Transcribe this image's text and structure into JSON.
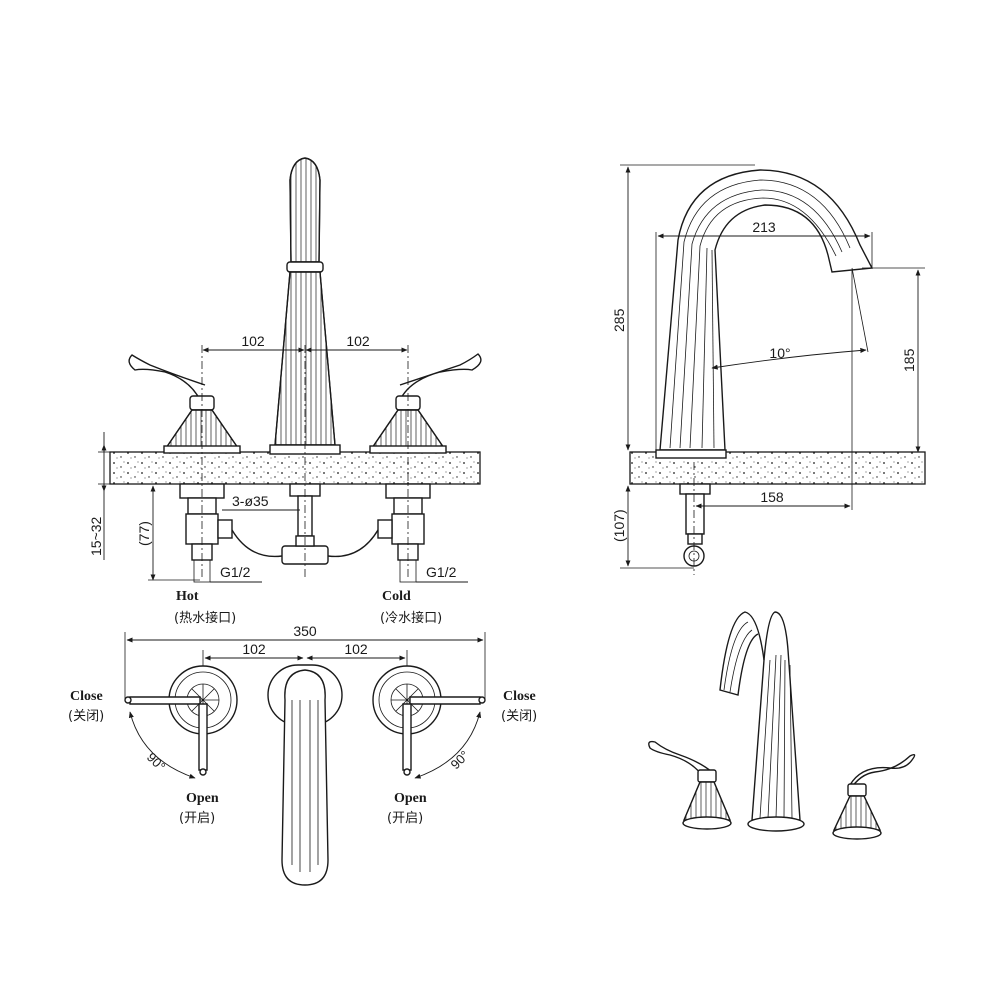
{
  "front_view": {
    "dim_spacing_left": "102",
    "dim_spacing_right": "102",
    "dim_hole": "3-ø35",
    "dim_deck": "15~32",
    "dim_below": "(77)",
    "thread_left": "G1/2",
    "thread_right": "G1/2",
    "hot_label": "Hot",
    "hot_label_cn": "(热水接口)",
    "cold_label": "Cold",
    "cold_label_cn": "(冷水接口)"
  },
  "side_view": {
    "dim_height": "285",
    "dim_reach": "213",
    "dim_spout_height": "185",
    "dim_angle": "10°",
    "dim_base": "158",
    "dim_below": "(107)"
  },
  "top_view": {
    "dim_width": "350",
    "dim_spacing_left": "102",
    "dim_spacing_right": "102",
    "close_left": "Close",
    "close_left_cn": "(关闭)",
    "close_right": "Close",
    "close_right_cn": "(关闭)",
    "open_left": "Open",
    "open_left_cn": "(开启)",
    "open_right": "Open",
    "open_right_cn": "(开启)",
    "angle_left": "90°",
    "angle_right": "90°"
  }
}
